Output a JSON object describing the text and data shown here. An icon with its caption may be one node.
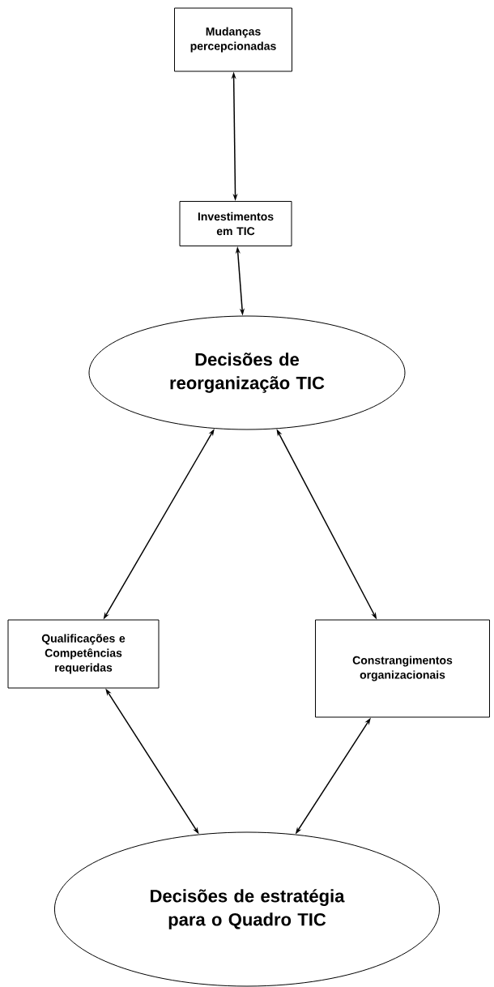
{
  "diagram": {
    "nodes": [
      {
        "text": [
          "Mudanças percepcionadas"
        ]
      },
      {
        "text": [
          "Investimentos em TIC"
        ]
      },
      {
        "text": [
          "Decisões de reorganização TIC"
        ]
      },
      {
        "text": [
          "Qualificações e Competências requeridas"
        ]
      },
      {
        "text": [
          "Constrangimentos organizacionais"
        ]
      },
      {
        "text": [
          "Decisões de estratégia para o Quadro TIC"
        ]
      }
    ],
    "edges": [
      {
        "from": 0,
        "to": 1,
        "arrow": "both"
      },
      {
        "from": 1,
        "to": 2,
        "arrow": "both"
      },
      {
        "from": 2,
        "to": 3,
        "arrow": "both"
      },
      {
        "from": 2,
        "to": 4,
        "arrow": "both"
      },
      {
        "from": 3,
        "to": 5,
        "arrow": "both"
      },
      {
        "from": 4,
        "to": 5,
        "arrow": "both"
      }
    ]
  }
}
